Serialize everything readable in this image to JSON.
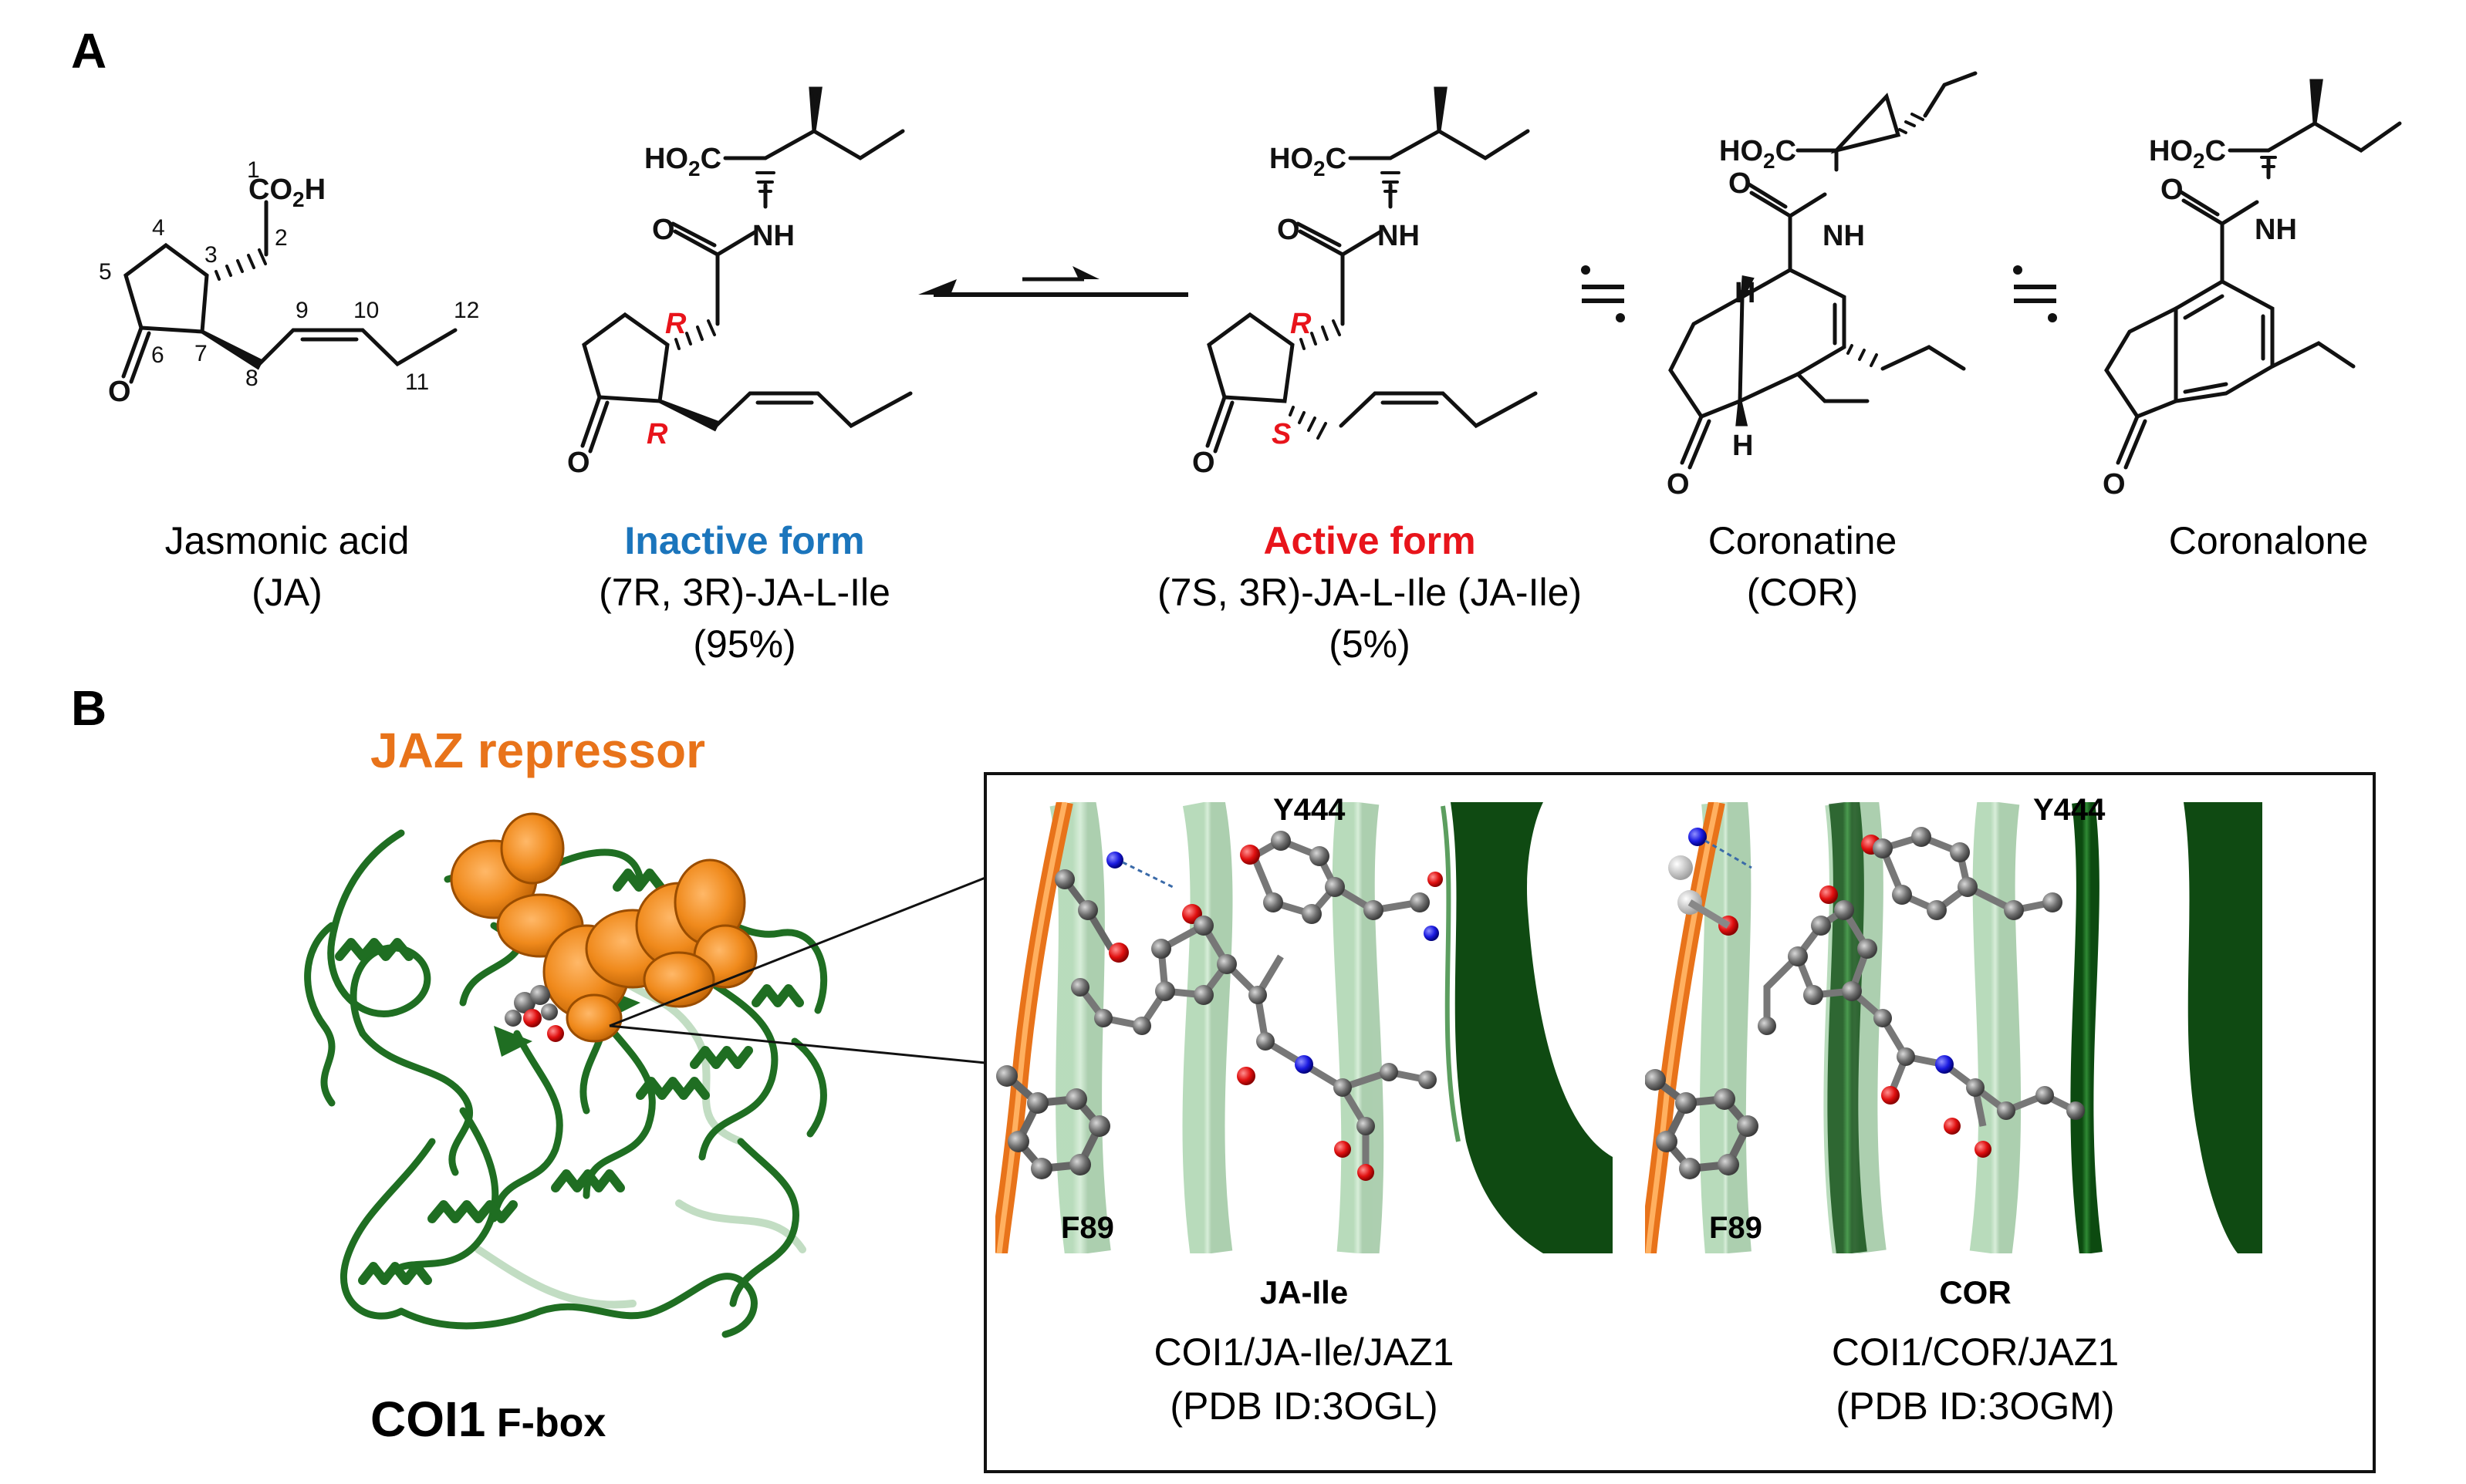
{
  "panelA": {
    "label": "A",
    "structures": {
      "ja": {
        "atoms": {
          "co2h": "CO",
          "co2h_sub": "2",
          "co2h_h": "H",
          "oxo": "O"
        },
        "numbers": [
          "1",
          "2",
          "3",
          "4",
          "5",
          "6",
          "7",
          "8",
          "9",
          "10",
          "11",
          "12"
        ],
        "caption_line1": "Jasmonic acid",
        "caption_line2": "(JA)"
      },
      "inactive": {
        "atoms": {
          "ho2c": "HO",
          "ho2c_sub": "2",
          "ho2c_c": "C",
          "nh": "NH",
          "o_amide": "O",
          "oxo": "O"
        },
        "stereo": [
          "R",
          "R"
        ],
        "caption_title": "Inactive form",
        "caption_name": "(7R, 3R)-JA-L-Ile",
        "caption_pct": "(95%)"
      },
      "active": {
        "atoms": {
          "ho2c": "HO",
          "ho2c_sub": "2",
          "ho2c_c": "C",
          "nh": "NH",
          "o_amide": "O",
          "oxo": "O"
        },
        "stereo": [
          "R",
          "S"
        ],
        "caption_title": "Active form",
        "caption_name": "(7S, 3R)-JA-L-Ile (JA-Ile)",
        "caption_pct": "(5%)"
      },
      "cor": {
        "atoms": {
          "ho2c": "HO",
          "ho2c_sub": "2",
          "ho2c_c": "C",
          "nh": "NH",
          "o_amide": "O",
          "oxo": "O",
          "h_top": "H",
          "h_bottom": "H"
        },
        "caption_line1": "Coronatine",
        "caption_line2": "(COR)"
      },
      "coronalone": {
        "atoms": {
          "ho2c": "HO",
          "ho2c_sub": "2",
          "ho2c_c": "C",
          "nh": "NH",
          "o_amide": "O",
          "oxo": "O"
        },
        "caption_line1": "Coronalone"
      }
    }
  },
  "panelB": {
    "label": "B",
    "jaz_title": "JAZ repressor",
    "coi1_main": "COI1",
    "coi1_sub": "F-box",
    "left_inset": {
      "residue_top": "Y444",
      "residue_bottom": "F89",
      "ligand": "JA-Ile",
      "complex": "COI1/JA-Ile/JAZ1",
      "pdb": "(PDB ID:3OGL)"
    },
    "right_inset": {
      "residue_top": "Y444",
      "residue_bottom": "F89",
      "ligand": "COR",
      "complex": "COI1/COR/JAZ1",
      "pdb": "(PDB ID:3OGM)"
    }
  },
  "colors": {
    "inactive_blue": "#1b75bc",
    "active_red": "#e8141b",
    "jaz_orange": "#e8731a",
    "coi1_green": "#1a6b1f",
    "atom_carbon": "#6e6e6e",
    "atom_oxygen": "#e01010",
    "atom_nitrogen": "#1a1ae0"
  }
}
